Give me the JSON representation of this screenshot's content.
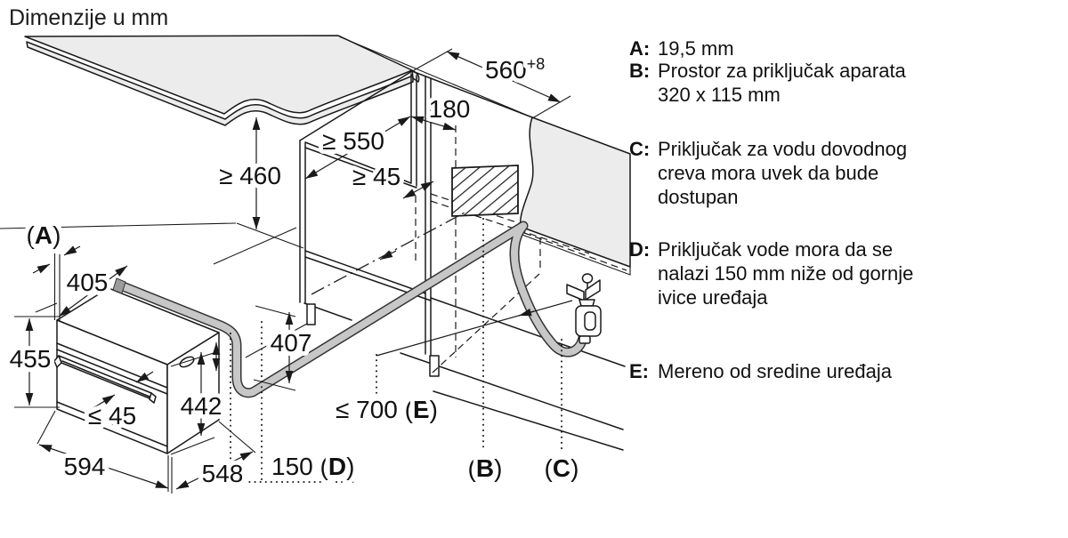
{
  "title": "Dimenzije u mm",
  "colors": {
    "line": "#1a1a1a",
    "surface_gray": "#ececec",
    "hose_gray": "#c7c7c7",
    "background": "#ffffff"
  },
  "diagram": {
    "dims": {
      "d560": {
        "value": "560",
        "tolerance": "+8"
      },
      "d180": "180",
      "d550": "≥ 550",
      "d45_niche": "≥ 45",
      "d460": "≥ 460",
      "d405": "405",
      "d455": "455",
      "d45_handle": "≤ 45",
      "d442": "442",
      "d594": "594",
      "d548": "548",
      "d407": "407",
      "d700": {
        "pre": "≤ 700 (",
        "letter": "E",
        "post": ")"
      },
      "d150": {
        "pre": "150 (",
        "letter": "D",
        "post": ")"
      },
      "refA": {
        "pre": "(",
        "letter": "A",
        "post": ")"
      },
      "refB": {
        "pre": "(",
        "letter": "B",
        "post": ")"
      },
      "refC": {
        "pre": "(",
        "letter": "C",
        "post": ")"
      }
    }
  },
  "legend": {
    "items": [
      {
        "letter": "A:",
        "lines": [
          "19,5 mm"
        ]
      },
      {
        "letter": "B:",
        "lines": [
          "Prostor za priključak aparata",
          "320 x 115 mm"
        ]
      },
      {
        "letter": "C:",
        "lines": [
          "Priključak za vodu dovodnog",
          "creva mora uvek da bude",
          "dostupan"
        ]
      },
      {
        "letter": "D:",
        "lines": [
          "Priključak vode mora da se",
          "nalazi 150 mm niže od gornje",
          "ivice uređaja"
        ]
      },
      {
        "letter": "E:",
        "lines": [
          "Mereno od sredine uređaja"
        ]
      }
    ]
  }
}
